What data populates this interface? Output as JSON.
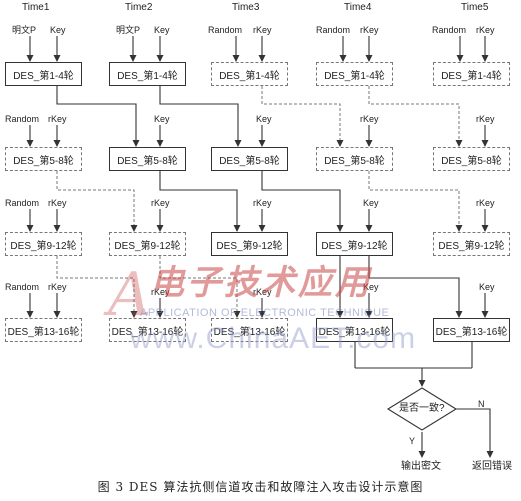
{
  "times": [
    "Time1",
    "Time2",
    "Time3",
    "Time4",
    "Time5"
  ],
  "inputs": {
    "p": "明文P",
    "key": "Key",
    "random": "Random",
    "rkey": "rKey"
  },
  "rounds": [
    "DES_第1-4轮",
    "DES_第5-8轮",
    "DES_第9-12轮",
    "DES_第13-16轮"
  ],
  "decision": "是否一致?",
  "yes": "Y",
  "no": "N",
  "output": "输出密文",
  "error": "返回错误",
  "caption": "图 3  DES 算法抗侧信道攻击和故障注入攻击设计示意图",
  "watermark": {
    "cn": "电子技术应用",
    "en": "APPLICATION OF ELECTRONIC TECHNIQUE",
    "url": "www.ChinaAET.com"
  }
}
